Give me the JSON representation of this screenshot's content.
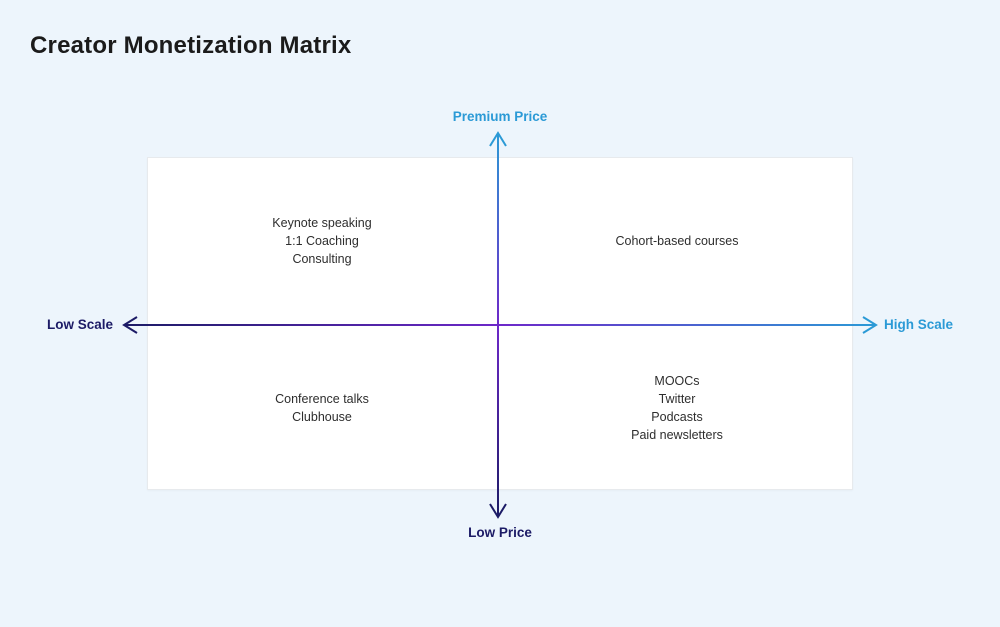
{
  "page": {
    "title": "Creator Monetization Matrix"
  },
  "axes": {
    "vertical": {
      "top_label": "Premium Price",
      "bottom_label": "Low Price"
    },
    "horizontal": {
      "left_label": "Low Scale",
      "right_label": "High Scale"
    }
  },
  "quadrants": {
    "top_left": {
      "position": "high-price-low-scale",
      "items": [
        "Keynote speaking",
        "1:1 Coaching",
        "Consulting"
      ]
    },
    "top_right": {
      "position": "high-price-high-scale",
      "items": [
        "Cohort-based courses"
      ]
    },
    "bottom_left": {
      "position": "low-price-low-scale",
      "items": [
        "Conference talks",
        "Clubhouse"
      ]
    },
    "bottom_right": {
      "position": "low-price-high-scale",
      "items": [
        "MOOCs",
        "Twitter",
        "Podcasts",
        "Paid newsletters"
      ]
    }
  },
  "colors": {
    "background": "#edf5fc",
    "title_text": "#1b1b1b",
    "quadrant_text": "#2e2e2e",
    "axis_blue": "#2b9ad6",
    "axis_navy": "#1c1b66",
    "axis_purple": "#6d28c9",
    "panel_background": "#ffffff",
    "panel_border": "#e7eaed"
  }
}
